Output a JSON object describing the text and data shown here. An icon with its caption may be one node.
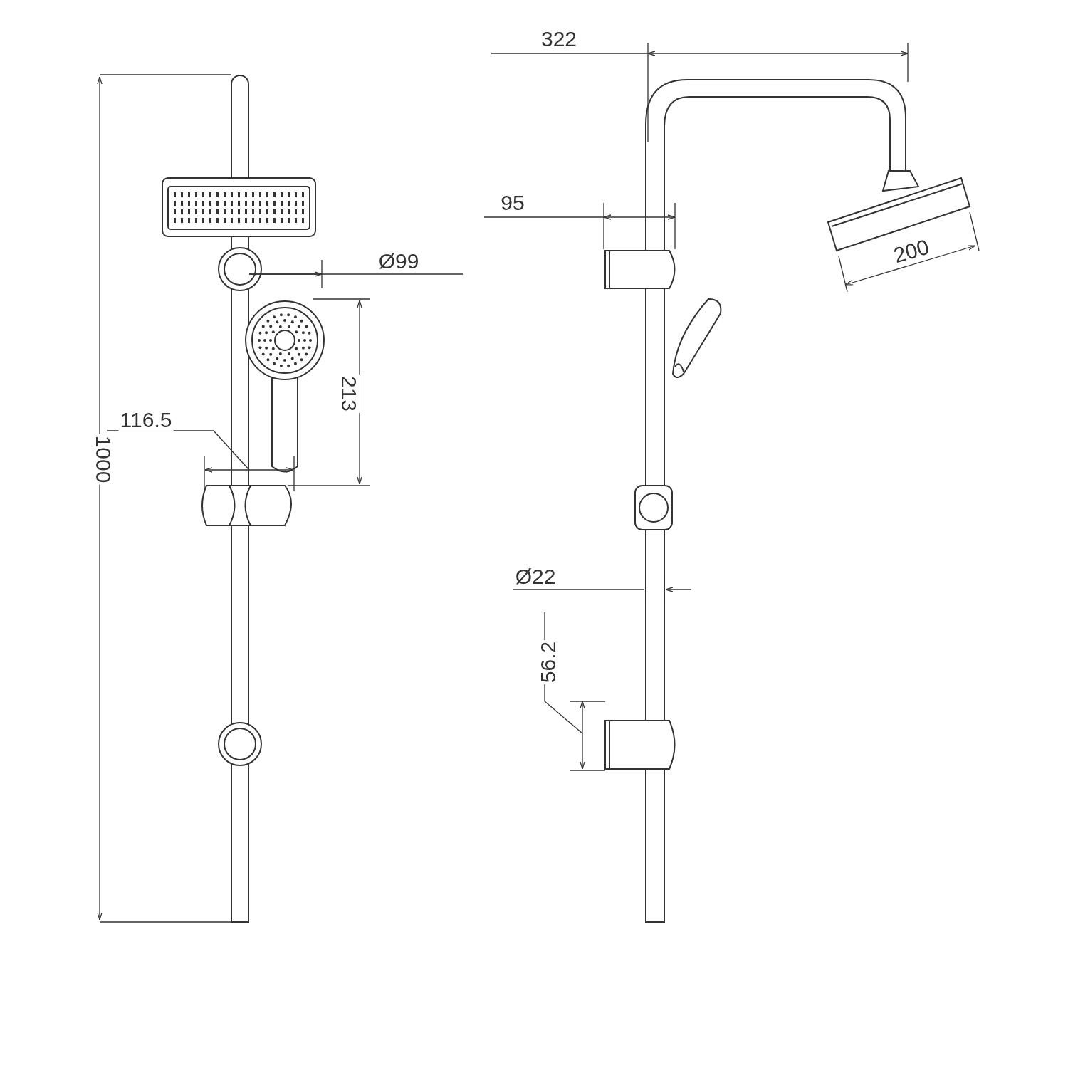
{
  "diagram": {
    "labels": [
      "1000",
      "116.5",
      "Ø99",
      "213",
      "322",
      "95",
      "200",
      "Ø22",
      "56.2"
    ]
  }
}
